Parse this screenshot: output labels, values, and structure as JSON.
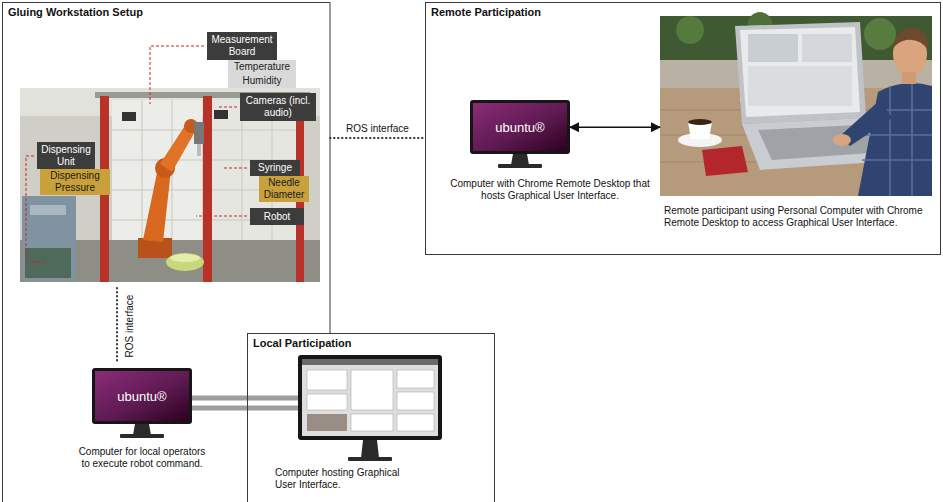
{
  "diagram": {
    "nodes": [
      {
        "text": [
          "Gluing Workstation Setup"
        ]
      },
      {
        "text": [
          "Measurement Board"
        ],
        "in": 0
      },
      {
        "text": [
          "Temperature"
        ],
        "in": 0
      },
      {
        "text": [
          "Humidity"
        ],
        "in": 0
      },
      {
        "text": [
          "Cameras (incl. audio)"
        ],
        "in": 0
      },
      {
        "text": [
          "Dispensing Unit"
        ],
        "in": 0
      },
      {
        "text": [
          "Dispensing Pressure"
        ],
        "in": 0
      },
      {
        "text": [
          "Syringe"
        ],
        "in": 0
      },
      {
        "text": [
          "Needle Diameter"
        ],
        "in": 0
      },
      {
        "text": [
          "Robot"
        ],
        "in": 0
      },
      {
        "text": [
          "ubuntu®",
          "Computer for local operators to execute robot command."
        ],
        "in": 0
      },
      {
        "text": [
          "Remote Participation"
        ]
      },
      {
        "text": [
          "ubuntu®",
          "Computer with Chrome Remote Desktop that hosts Graphical User Interface."
        ],
        "in": 11
      },
      {
        "text": [
          "Remote participant using Personal Computer with Chrome Remote Desktop to access Graphical User Interface."
        ],
        "in": 11
      },
      {
        "text": [
          "Local Participation"
        ]
      },
      {
        "text": [
          "Computer hosting Graphical User Interface."
        ],
        "in": 14
      }
    ],
    "edges": [
      {
        "from": 0,
        "to": 11,
        "label": "ROS interface",
        "arrow": "none"
      },
      {
        "from": 12,
        "to": 13,
        "arrow": "both"
      },
      {
        "from": 10,
        "to": 15,
        "arrow": "none"
      }
    ],
    "labels": [
      "ROS interface"
    ]
  }
}
